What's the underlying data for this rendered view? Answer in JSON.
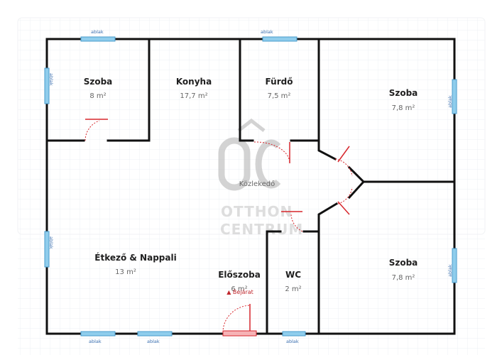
{
  "rooms": {
    "szoba1": {
      "name": "Szoba",
      "area": "8 m²"
    },
    "konyha": {
      "name": "Konyha",
      "area": "17,7 m²"
    },
    "furdo": {
      "name": "Fürdő",
      "area": "7,5 m²"
    },
    "szoba2": {
      "name": "Szoba",
      "area": "7,8 m²"
    },
    "kozlekedo": {
      "name": "Közlekedő"
    },
    "etkezo": {
      "name": "Étkező & Nappali",
      "area": "13 m²"
    },
    "eloszoba": {
      "name": "Előszoba",
      "area": "6 m²"
    },
    "wc": {
      "name": "WC",
      "area": "2 m²"
    },
    "szoba3": {
      "name": "Szoba",
      "area": "7,8 m²"
    }
  },
  "windows": {
    "label": "ablak"
  },
  "entrance": {
    "label": "▲ Bejárat"
  },
  "watermark": {
    "line1": "OTTHON",
    "line2": "CENTRUM"
  },
  "colors": {
    "wall": "#111111",
    "window": "#8fcdec",
    "door": "#d7262c",
    "grid": "#eef0f4",
    "watermark": "#b7b7b7"
  }
}
